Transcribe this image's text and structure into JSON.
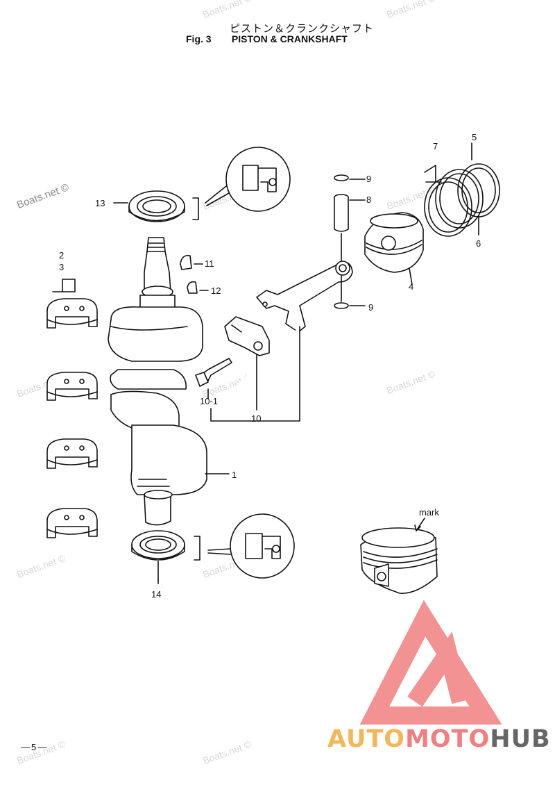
{
  "header": {
    "title_jp": "ピストン＆クランクシャフト",
    "fig_label": "Fig. 3",
    "title_en": "PISTON & CRANKSHAFT"
  },
  "watermark": "Boats.net ©",
  "callouts": {
    "c1": "1",
    "c2": "2",
    "c3": "3",
    "c4": "4",
    "c5": "5",
    "c6": "6",
    "c7": "7",
    "c8": "8",
    "c9a": "9",
    "c9b": "9",
    "c10": "10",
    "c10_1": "10-1",
    "c11": "11",
    "c12": "12",
    "c13": "13",
    "c14": "14",
    "mark": "mark"
  },
  "page_number": "—5—",
  "brand": {
    "part1": "AUTO",
    "part2": "MOTO",
    "part3": "HUB"
  },
  "colors": {
    "line": "#111111",
    "logo_red": "#f08080",
    "logo_orange": "#f4b65a",
    "logo_gray": "#666666"
  }
}
